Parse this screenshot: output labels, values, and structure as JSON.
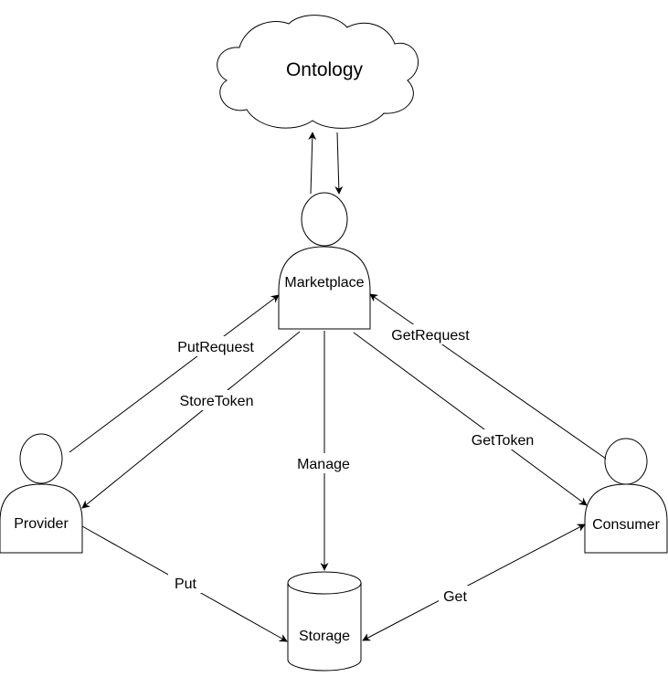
{
  "diagram": {
    "nodes": {
      "ontology": {
        "label": "Ontology",
        "shape": "cloud"
      },
      "marketplace": {
        "label": "Marketplace",
        "shape": "actor"
      },
      "provider": {
        "label": "Provider",
        "shape": "actor"
      },
      "consumer": {
        "label": "Consumer",
        "shape": "actor"
      },
      "storage": {
        "label": "Storage",
        "shape": "cylinder"
      }
    },
    "edges": {
      "put_request": "PutRequest",
      "store_token": "StoreToken",
      "get_request": "GetRequest",
      "get_token": "GetToken",
      "manage": "Manage",
      "put": "Put",
      "get": "Get"
    },
    "colors": {
      "stroke": "#000000",
      "fill": "#ffffff",
      "text": "#000000"
    }
  }
}
